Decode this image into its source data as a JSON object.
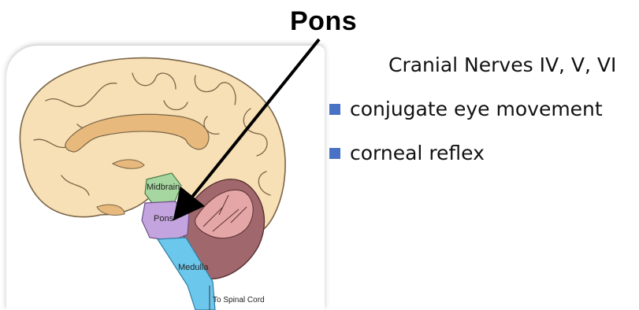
{
  "title": "Pons",
  "diagram": {
    "labels": {
      "midbrain": "Midbrain",
      "pons": "Pons",
      "medulla": "Medulla",
      "spinal": "To Spinal Cord"
    },
    "colors": {
      "brain": "#f7e0b5",
      "brain_outline": "#7a6548",
      "corpus": "#e8b97c",
      "midbrain": "#a7d7a0",
      "pons": "#c4a4de",
      "medulla": "#6cc7ec",
      "cerebellum": "#a0686c",
      "cerebellum_light": "#e4a6a6"
    }
  },
  "info": {
    "heading": "Cranial Nerves IV, V, VI",
    "bullets": [
      "conjugate eye movement",
      "corneal reflex"
    ],
    "bullet_color": "#4a72c4"
  }
}
